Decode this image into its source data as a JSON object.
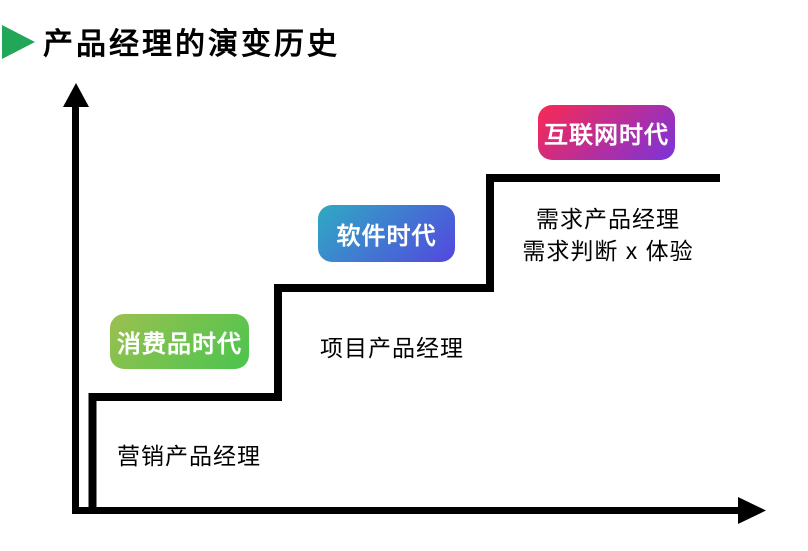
{
  "title": {
    "text": "产品经理的演变历史",
    "accent_color": "#21a757"
  },
  "diagram": {
    "line_color": "#000000",
    "steps": [
      {
        "era_badge": "消费品时代",
        "badge_color_from": "#9cc050",
        "badge_color_to": "#4ac54e",
        "role_lines": [
          "营销产品经理"
        ]
      },
      {
        "era_badge": "软件时代",
        "badge_color_from": "#2faac3",
        "badge_color_to": "#5347df",
        "role_lines": [
          "项目产品经理"
        ]
      },
      {
        "era_badge": "互联网时代",
        "badge_color_from": "#fa2953",
        "badge_color_to": "#7b33db",
        "role_lines": [
          "需求产品经理",
          "需求判断 x 体验"
        ]
      }
    ]
  }
}
